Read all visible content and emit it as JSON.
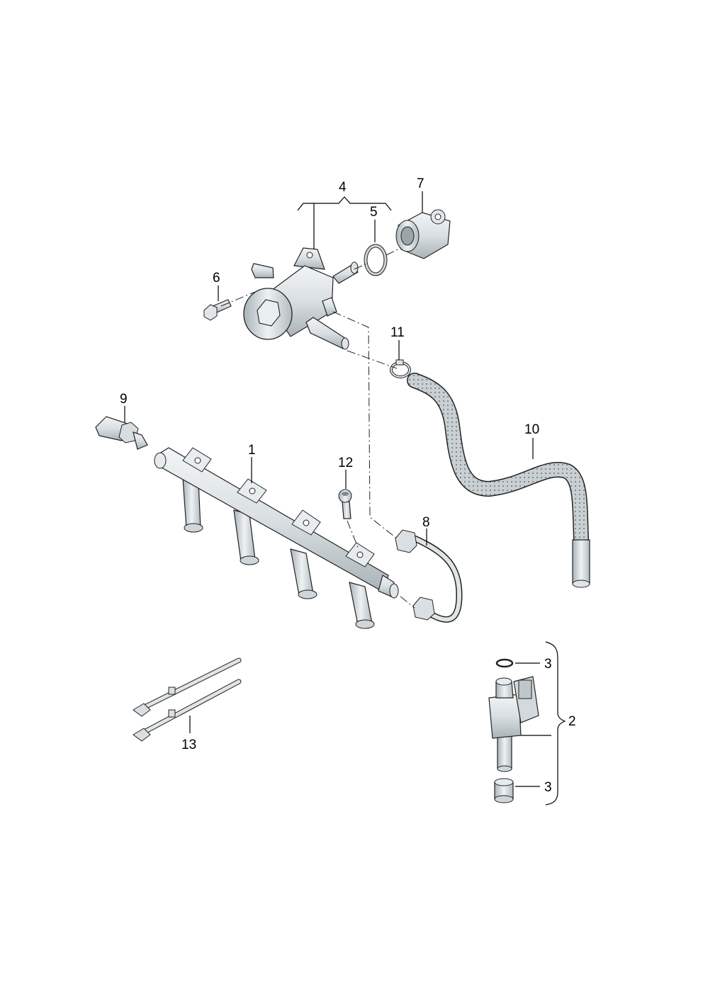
{
  "diagram": {
    "callouts": {
      "c1": "1",
      "c2": "2",
      "c3a": "3",
      "c3b": "3",
      "c4": "4",
      "c5": "5",
      "c6": "6",
      "c7": "7",
      "c8": "8",
      "c9": "9",
      "c10": "10",
      "c11": "11",
      "c12": "12",
      "c13": "13"
    },
    "colors": {
      "part_fill": "#e2e7e9",
      "part_shade": "#b9c1c5",
      "outline": "#222222"
    }
  }
}
